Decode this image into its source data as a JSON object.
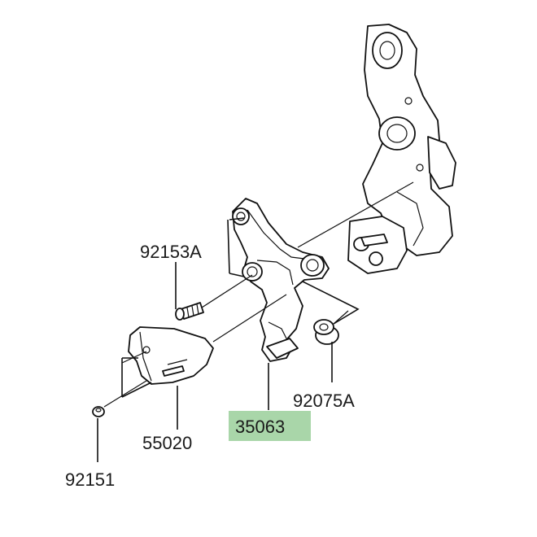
{
  "labels": {
    "bolt_top": "92153A",
    "cover": "55020",
    "screw": "92151",
    "bracket": "35063",
    "grommet": "92075A"
  },
  "highlight_color": "#a9d6a9"
}
